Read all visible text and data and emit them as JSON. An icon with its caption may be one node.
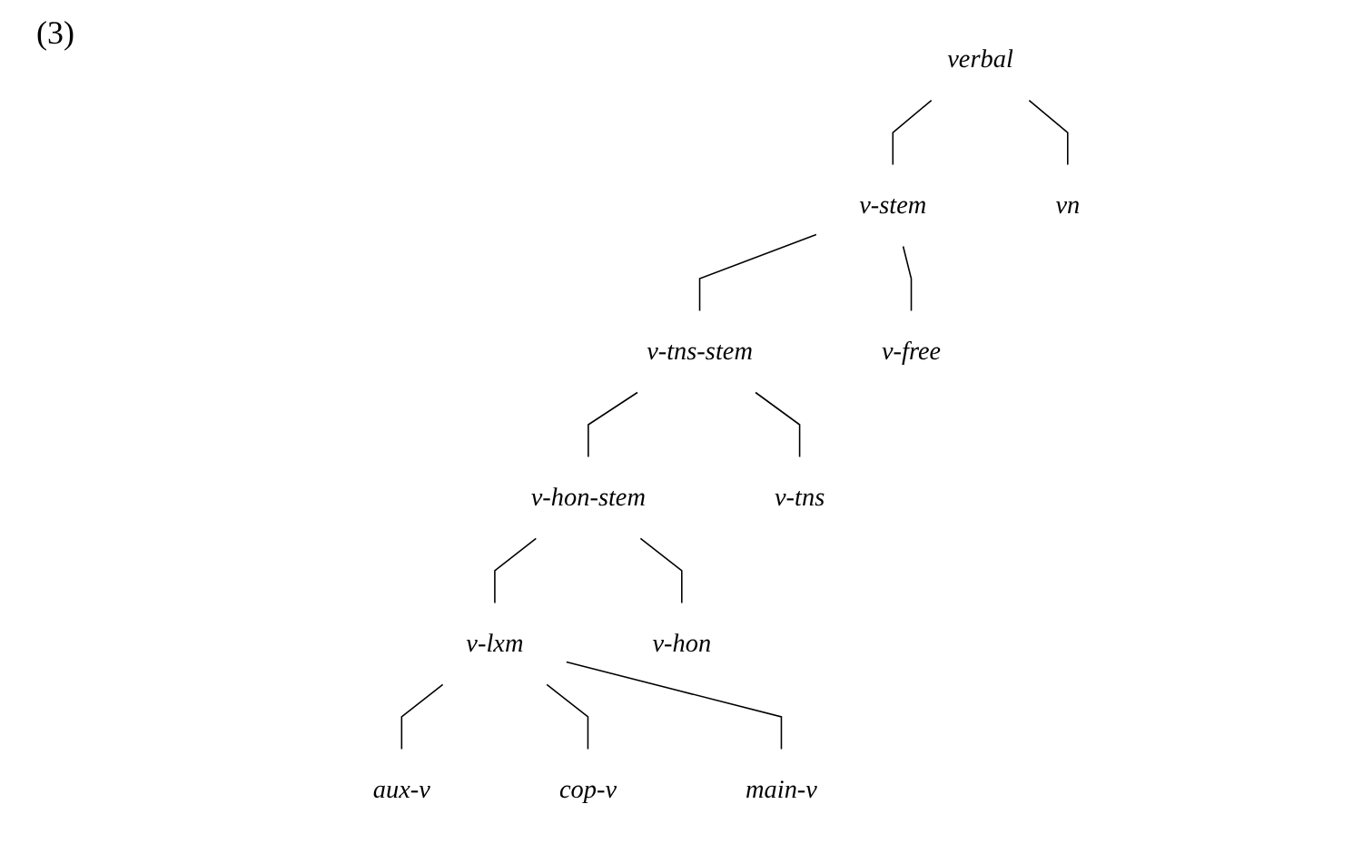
{
  "diagram": {
    "nodes": [
      {
        "text": [
          "verbal"
        ]
      },
      {
        "text": [
          "v-stem"
        ]
      },
      {
        "text": [
          "vn"
        ]
      },
      {
        "text": [
          "v-tns-stem"
        ]
      },
      {
        "text": [
          "v-free"
        ]
      },
      {
        "text": [
          "v-hon-stem"
        ]
      },
      {
        "text": [
          "v-tns"
        ]
      },
      {
        "text": [
          "v-lxm"
        ]
      },
      {
        "text": [
          "v-hon"
        ]
      },
      {
        "text": [
          "aux-v"
        ]
      },
      {
        "text": [
          "cop-v"
        ]
      },
      {
        "text": [
          "main-v"
        ]
      }
    ],
    "edges": [
      {
        "from": 0,
        "to": 1,
        "arrow": "none"
      },
      {
        "from": 0,
        "to": 2,
        "arrow": "none"
      },
      {
        "from": 1,
        "to": 3,
        "arrow": "none"
      },
      {
        "from": 1,
        "to": 4,
        "arrow": "none"
      },
      {
        "from": 3,
        "to": 5,
        "arrow": "none"
      },
      {
        "from": 3,
        "to": 6,
        "arrow": "none"
      },
      {
        "from": 5,
        "to": 7,
        "arrow": "none"
      },
      {
        "from": 5,
        "to": 8,
        "arrow": "none"
      },
      {
        "from": 7,
        "to": 9,
        "arrow": "none"
      },
      {
        "from": 7,
        "to": 10,
        "arrow": "none"
      },
      {
        "from": 7,
        "to": 11,
        "arrow": "none"
      }
    ],
    "labels": [
      "(3)"
    ]
  }
}
